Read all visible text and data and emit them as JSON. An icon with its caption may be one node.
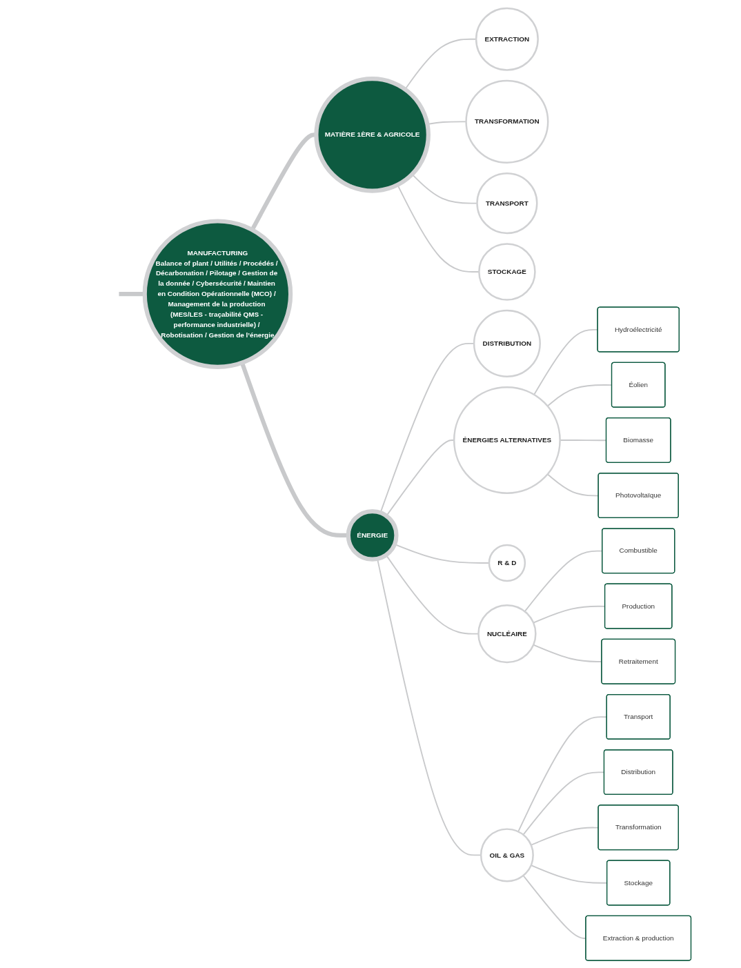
{
  "diagram": {
    "nodes": [
      {
        "text": [
          "MANUFACTURING",
          "Balance of plant / Utilités / Procédés / Décarbonation / Pilotage / Gestion de la donnée / Cybersécurité / Maintien en Condition Opérationnelle (MCO) / Management de la production (MES/LES - traçabilité QMS - performance industrielle) / Robotisation / Gestion de l’énergie"
        ]
      },
      {
        "text": [
          "MATIÈRE 1ÈRE & AGRICOLE"
        ]
      },
      {
        "text": [
          "EXTRACTION"
        ]
      },
      {
        "text": [
          "TRANSFORMATION"
        ]
      },
      {
        "text": [
          "TRANSPORT"
        ]
      },
      {
        "text": [
          "STOCKAGE"
        ]
      },
      {
        "text": [
          "ÉNERGIE"
        ]
      },
      {
        "text": [
          "DISTRIBUTION"
        ]
      },
      {
        "text": [
          "ÉNERGIES ALTERNATIVES"
        ]
      },
      {
        "text": [
          "Hydroélectricité"
        ]
      },
      {
        "text": [
          "Éolien"
        ]
      },
      {
        "text": [
          "Biomasse"
        ]
      },
      {
        "text": [
          "Photovoltaïque"
        ]
      },
      {
        "text": [
          "R & D"
        ]
      },
      {
        "text": [
          "NUCLÉAIRE"
        ]
      },
      {
        "text": [
          "Combustible"
        ]
      },
      {
        "text": [
          "Production"
        ]
      },
      {
        "text": [
          "Retraitement"
        ]
      },
      {
        "text": [
          "OIL & GAS"
        ]
      },
      {
        "text": [
          "Transport"
        ]
      },
      {
        "text": [
          "Distribution"
        ]
      },
      {
        "text": [
          "Transformation"
        ]
      },
      {
        "text": [
          "Stockage"
        ]
      },
      {
        "text": [
          "Extraction & production"
        ]
      }
    ],
    "edges": [
      {
        "from": null,
        "to": 0,
        "arrow": "none",
        "style": "thick"
      },
      {
        "from": 0,
        "to": 1,
        "arrow": "none",
        "style": "thick"
      },
      {
        "from": 1,
        "to": 2,
        "arrow": "none"
      },
      {
        "from": 1,
        "to": 3,
        "arrow": "none"
      },
      {
        "from": 1,
        "to": 4,
        "arrow": "none"
      },
      {
        "from": 1,
        "to": 5,
        "arrow": "none"
      },
      {
        "from": 0,
        "to": 6,
        "arrow": "none",
        "style": "thick"
      },
      {
        "from": 6,
        "to": 7,
        "arrow": "none"
      },
      {
        "from": 6,
        "to": 8,
        "arrow": "none"
      },
      {
        "from": 8,
        "to": 9,
        "arrow": "none"
      },
      {
        "from": 8,
        "to": 10,
        "arrow": "none"
      },
      {
        "from": 8,
        "to": 11,
        "arrow": "none"
      },
      {
        "from": 8,
        "to": 12,
        "arrow": "none"
      },
      {
        "from": 6,
        "to": 13,
        "arrow": "none"
      },
      {
        "from": 6,
        "to": 14,
        "arrow": "none"
      },
      {
        "from": 14,
        "to": 15,
        "arrow": "none"
      },
      {
        "from": 14,
        "to": 16,
        "arrow": "none"
      },
      {
        "from": 14,
        "to": 17,
        "arrow": "none"
      },
      {
        "from": 6,
        "to": 18,
        "arrow": "none"
      },
      {
        "from": 18,
        "to": 19,
        "arrow": "none"
      },
      {
        "from": 18,
        "to": 20,
        "arrow": "none"
      },
      {
        "from": 18,
        "to": 21,
        "arrow": "none"
      },
      {
        "from": 18,
        "to": 22,
        "arrow": "none"
      },
      {
        "from": 18,
        "to": 23,
        "arrow": "none"
      }
    ]
  }
}
